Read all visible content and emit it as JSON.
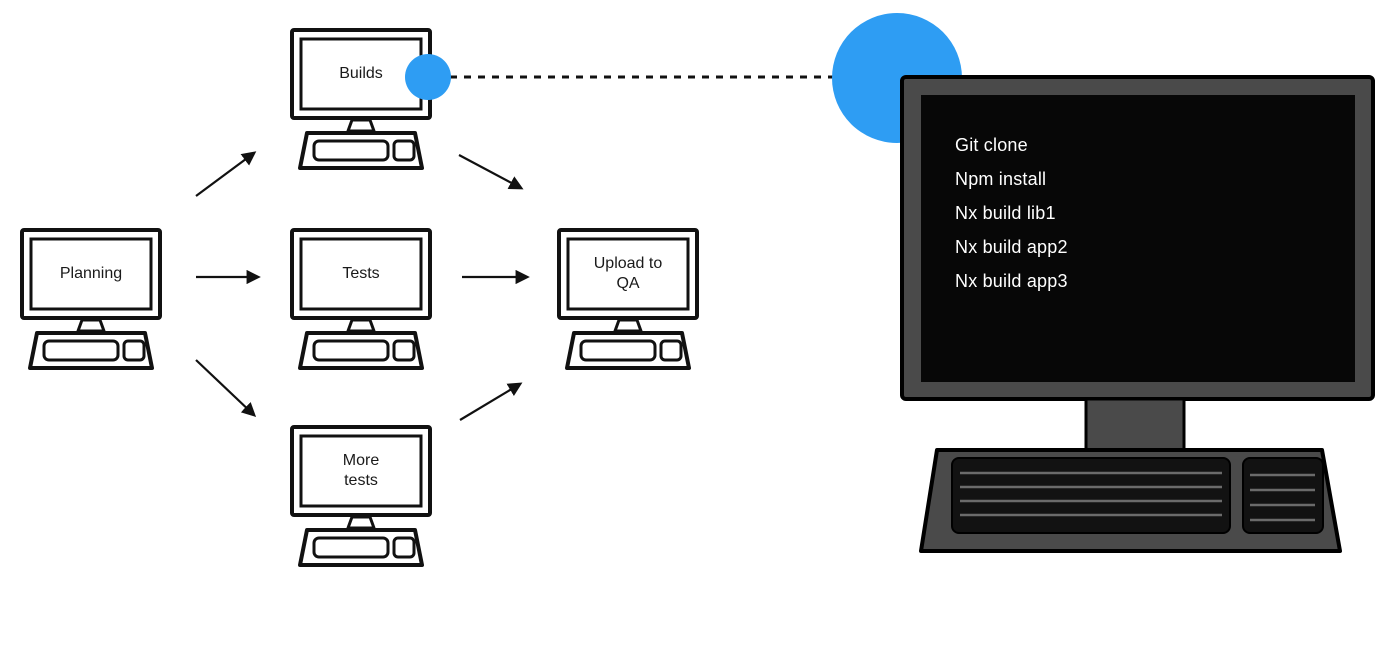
{
  "diagram": {
    "accent_color": "#2e9df3",
    "nodes": {
      "planning": {
        "label": "Planning"
      },
      "builds": {
        "label": "Builds"
      },
      "tests": {
        "label": "Tests"
      },
      "more_tests": {
        "label": "More tests"
      },
      "upload_qa": {
        "label": "Upload to QA"
      }
    },
    "edges": [
      "planning->builds",
      "planning->tests",
      "planning->more_tests",
      "builds->upload_qa",
      "tests->upload_qa",
      "more_tests->upload_qa"
    ]
  },
  "terminal": {
    "lines": [
      "Git clone",
      "Npm install",
      "Nx build lib1",
      "Nx build app2",
      "Nx build app3"
    ]
  }
}
